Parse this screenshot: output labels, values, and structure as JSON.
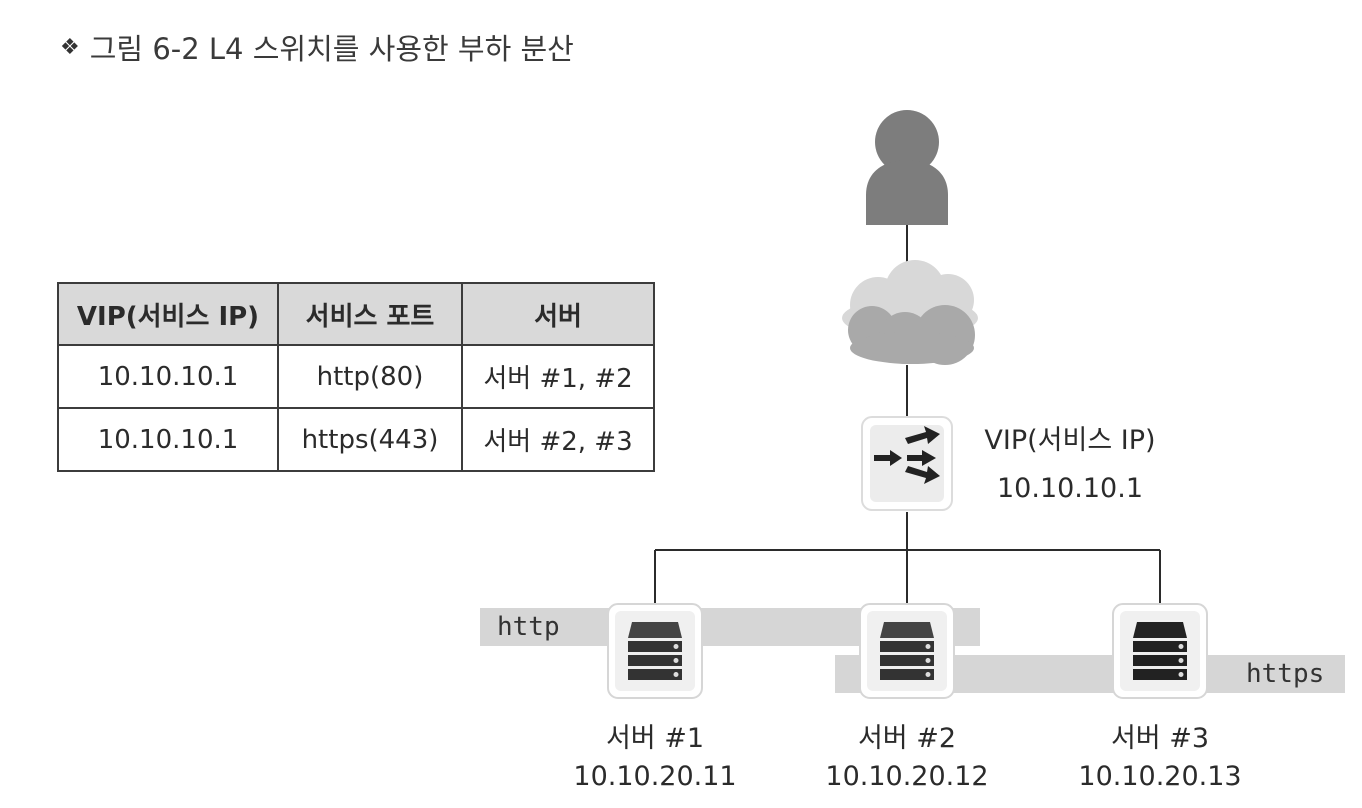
{
  "figure": {
    "title": "그림 6-2 L4 스위치를 사용한 부하 분산",
    "title_icon": "chevron-down-icon"
  },
  "table": {
    "headers": [
      "VIP(서비스 IP)",
      "서비스 포트",
      "서버"
    ],
    "rows": [
      [
        "10.10.10.1",
        "http(80)",
        "서버 #1, #2"
      ],
      [
        "10.10.10.1",
        "https(443)",
        "서버 #2, #3"
      ]
    ]
  },
  "diagram": {
    "user_icon": "user-icon",
    "cloud_icon": "cloud-icon",
    "switch": {
      "icon": "l4-switch-icon",
      "label": "VIP(서비스 IP)",
      "ip": "10.10.10.1"
    },
    "bands": {
      "http": "http",
      "https": "https"
    },
    "servers": [
      {
        "name": "서버 #1",
        "ip": "10.10.20.11"
      },
      {
        "name": "서버 #2",
        "ip": "10.10.20.12"
      },
      {
        "name": "서버 #3",
        "ip": "10.10.20.13"
      }
    ]
  },
  "colors": {
    "person": "#7d7d7d",
    "cloud_light": "#d8d8d8",
    "cloud_dark": "#a9a9a9",
    "band": "#d2d2d2",
    "server_dark": "#333333",
    "table_header": "#d9d9d9"
  }
}
